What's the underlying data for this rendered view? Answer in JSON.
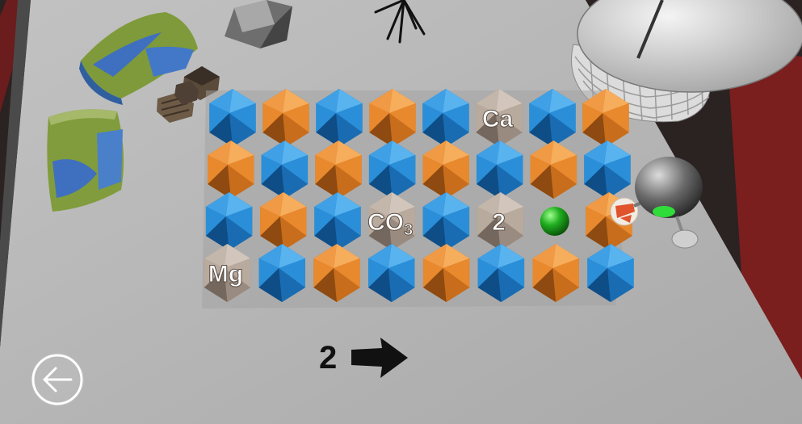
{
  "colors": {
    "blue": "#2a8fd8",
    "orange": "#e8892e",
    "tan": "#b9aa9e",
    "table": "#b8b8b8",
    "goal": "#1fae1f"
  },
  "board": {
    "rows": [
      [
        "blue",
        "orange",
        "blue",
        "orange",
        "blue",
        "tan",
        "blue",
        "orange"
      ],
      [
        "orange",
        "blue",
        "orange",
        "blue",
        "orange",
        "blue",
        "orange",
        "blue"
      ],
      [
        "blue",
        "orange",
        "blue",
        "tan",
        "blue",
        "tan",
        "empty",
        "orange"
      ],
      [
        "tan",
        "blue",
        "orange",
        "blue",
        "orange",
        "blue",
        "orange",
        "blue"
      ]
    ],
    "labels": [
      {
        "row": 0,
        "col": 5,
        "text": "Ca",
        "sub": ""
      },
      {
        "row": 2,
        "col": 3,
        "text": "CO",
        "sub": "3"
      },
      {
        "row": 2,
        "col": 5,
        "text": "2",
        "sub": ""
      },
      {
        "row": 3,
        "col": 0,
        "text": "Mg",
        "sub": ""
      }
    ],
    "goal": {
      "row": 2,
      "col": 6
    }
  },
  "hud": {
    "moves": "2",
    "arrow_icon": "right-arrow-icon",
    "back_icon": "back-arrow-icon"
  },
  "props": [
    "terrain-block",
    "terrain-block",
    "rock",
    "antenna",
    "crates",
    "radar-dish",
    "robot"
  ]
}
